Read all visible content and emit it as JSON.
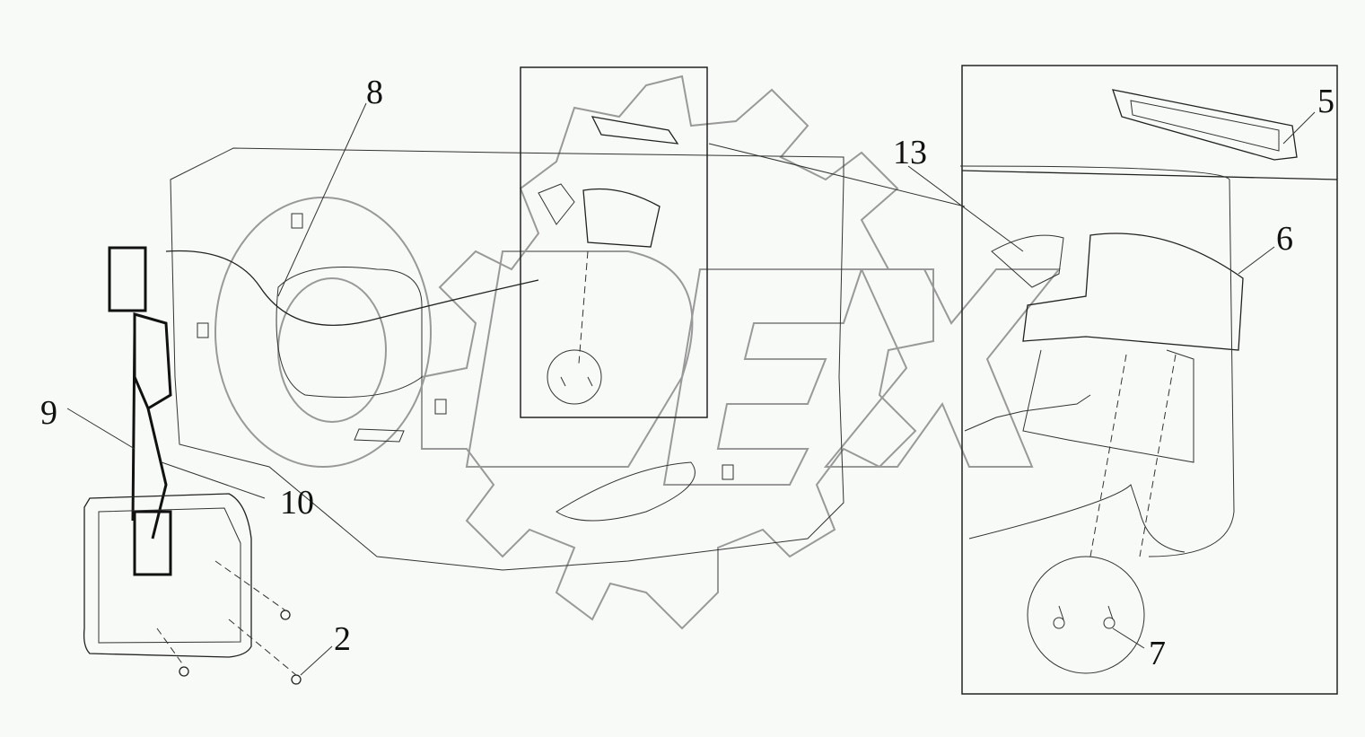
{
  "diagram": {
    "callouts": [
      {
        "id": "8",
        "label": "8"
      },
      {
        "id": "9",
        "label": "9"
      },
      {
        "id": "10",
        "label": "10"
      },
      {
        "id": "2",
        "label": "2"
      },
      {
        "id": "13",
        "label": "13"
      },
      {
        "id": "5",
        "label": "5"
      },
      {
        "id": "6",
        "label": "6"
      },
      {
        "id": "7",
        "label": "7"
      }
    ],
    "watermark": {
      "text": "DEX",
      "icon": "gear-logo"
    }
  }
}
